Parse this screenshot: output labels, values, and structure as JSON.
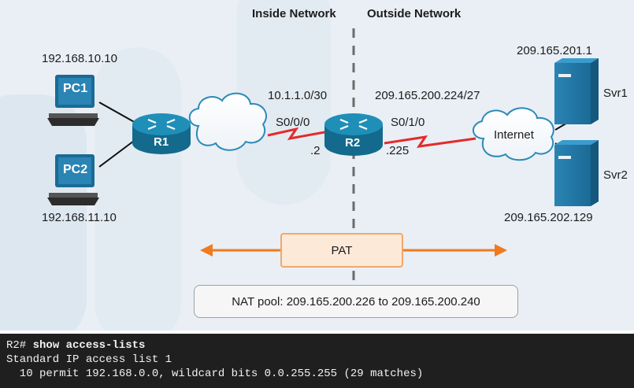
{
  "header": {
    "inside_label": "Inside Network",
    "outside_label": "Outside Network"
  },
  "devices": {
    "pc1": {
      "label": "PC1",
      "ip": "192.168.10.10"
    },
    "pc2": {
      "label": "PC2",
      "ip": "192.168.11.10"
    },
    "r1": {
      "label": "R1"
    },
    "r2": {
      "label": "R2"
    },
    "internet": {
      "label": "Internet"
    },
    "svr1": {
      "label": "Svr1",
      "ip": "209.165.201.1"
    },
    "svr2": {
      "label": "Svr2",
      "ip": "209.165.202.129"
    }
  },
  "links": {
    "inside_subnet": "10.1.1.0/30",
    "outside_subnet": "209.165.200.224/27",
    "r2_inside_iface": "S0/0/0",
    "r2_inside_host": ".2",
    "r2_outside_iface": "S0/1/0",
    "r2_outside_host": ".225"
  },
  "pat_label": "PAT",
  "nat_pool_text": "NAT pool: 209.165.200.226 to 209.165.200.240",
  "terminal": {
    "prompt": "R2# ",
    "command": "show access-lists",
    "line2": "Standard IP access list 1",
    "line3": "  10 permit 192.168.0.0, wildcard bits 0.0.255.255 (29 matches)"
  },
  "colors": {
    "background": "#e9eff5",
    "router": "#1a7ea1",
    "server": "#1f6f9a",
    "serial_link": "#e32b2b",
    "pat_arrow": "#f07a1e",
    "terminal_bg": "#1f1f1f"
  }
}
